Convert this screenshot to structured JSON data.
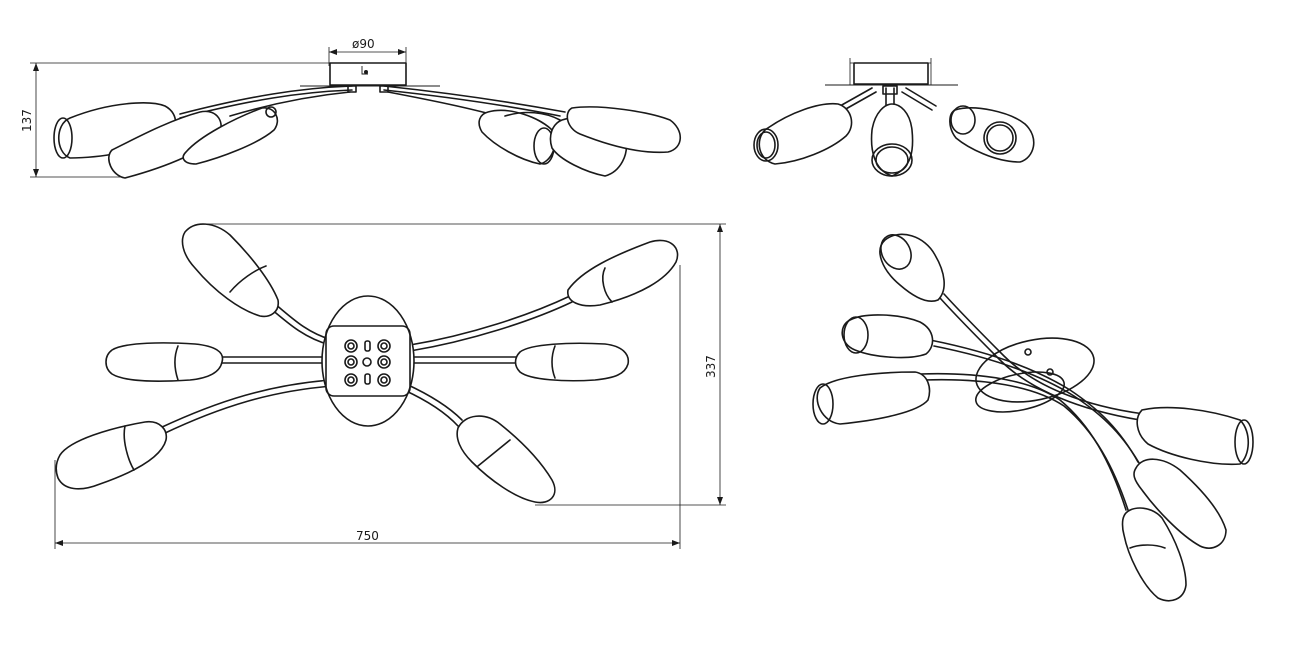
{
  "dimensions": {
    "diameter_label": "ø90",
    "height_label": "137",
    "depth_label": "337",
    "width_label": "750"
  },
  "views": [
    {
      "name": "side-view"
    },
    {
      "name": "end-view"
    },
    {
      "name": "top-view"
    },
    {
      "name": "perspective-view"
    }
  ]
}
